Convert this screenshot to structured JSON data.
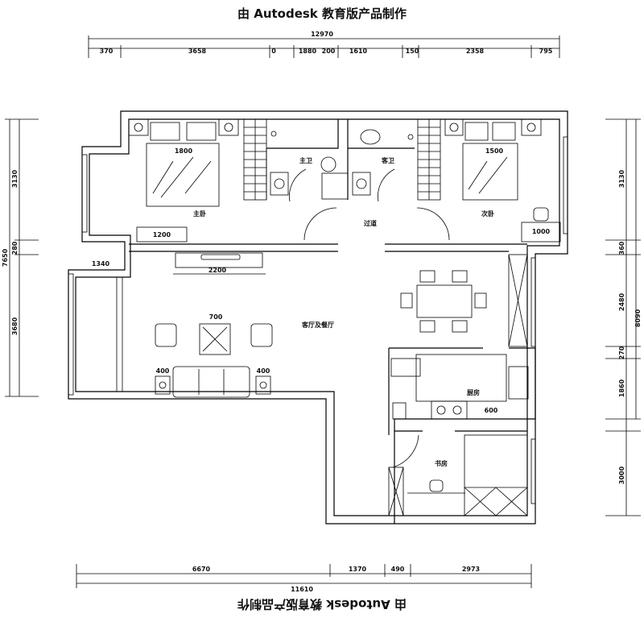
{
  "banner": {
    "top": "由 Autodesk 教育版产品制作",
    "bottom": "由 Autodesk 教育版产品制作"
  },
  "dims": {
    "top_total": "12970",
    "top_segments": [
      "370",
      "3658",
      "0",
      "1880",
      "200",
      "1610",
      "150",
      "2358",
      "795"
    ],
    "bottom_total": "11610",
    "bottom_segments": [
      "6670",
      "1370",
      "490",
      "2973"
    ],
    "left_total": "7650",
    "left_segments": [
      "3130",
      "280",
      "3680"
    ],
    "right_total": "8090",
    "right_segments": [
      "3130",
      "360",
      "2480",
      "270",
      "1860",
      "3000"
    ]
  },
  "rooms": {
    "master_bedroom": "主卧",
    "second_bedroom": "次卧",
    "bath_master": "主卫",
    "bath_guest": "客卫",
    "corridor": "过道",
    "living_dining": "客厅及餐厅",
    "kitchen": "厨房",
    "study": "书房"
  },
  "furniture": {
    "bed_master_width": "1800",
    "bed_second_width": "1500",
    "cabinet_master": "1200",
    "desk_second": "1000",
    "tv_cabinet": "2200",
    "balcony_width": "1340",
    "coffee_table": "700",
    "sofa_side_left": "400",
    "sofa_side_right": "400",
    "kitchen_counter": "600"
  }
}
